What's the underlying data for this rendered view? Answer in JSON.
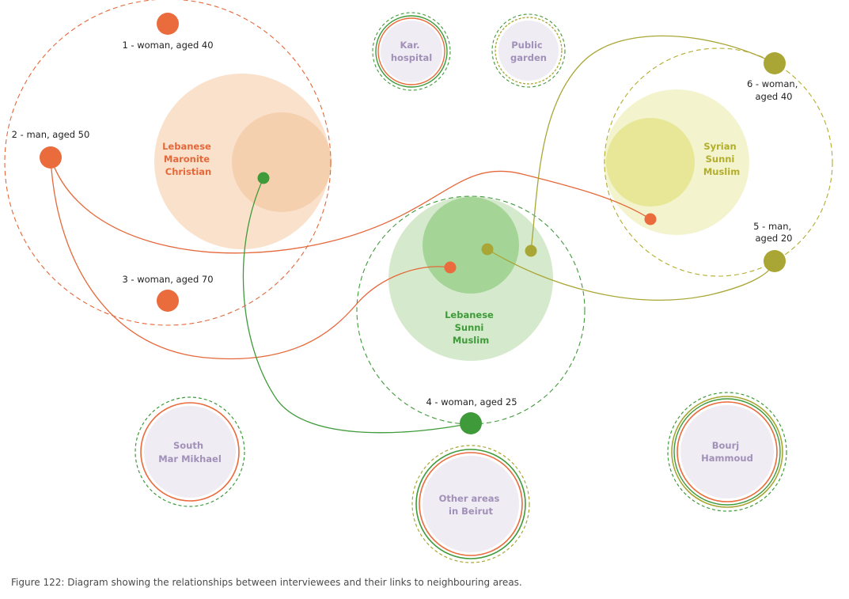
{
  "caption": "Figure 122: Diagram showing the relationships between interviewees and their links to neighbouring areas.",
  "colors": {
    "orange": "#ea6b3c",
    "green": "#3f9a3a",
    "olive": "#a9a635",
    "lavender_fill": "#f0ecf3",
    "lavender_text": "#a190b8"
  },
  "groups": {
    "maronite": {
      "lines": [
        "Lebanese",
        "Maronite",
        "Christian"
      ],
      "color": "#e5683a"
    },
    "sunni_lebanese": {
      "lines": [
        "Lebanese",
        "Sunni",
        "Muslim"
      ],
      "color": "#3f9a3a"
    },
    "sunni_syrian": {
      "lines": [
        "Syrian",
        "Sunni",
        "Muslim"
      ],
      "color": "#b3ad2c"
    }
  },
  "people": {
    "p1": {
      "label": "1 - woman, aged 40",
      "group": "maronite"
    },
    "p2": {
      "label": "2 - man, aged 50",
      "group": "maronite"
    },
    "p3": {
      "label": "3 - woman, aged 70",
      "group": "maronite"
    },
    "p4": {
      "label": "4 - woman, aged 25",
      "group": "sunni_lebanese"
    },
    "p5": {
      "lines": [
        "5 - man,",
        "aged 20"
      ],
      "group": "sunni_syrian"
    },
    "p6": {
      "lines": [
        "6 - woman,",
        "aged 40"
      ],
      "group": "sunni_syrian"
    }
  },
  "areas": {
    "kar_hospital": {
      "lines": [
        "Kar.",
        "hospital"
      ]
    },
    "public_garden": {
      "lines": [
        "Public",
        "garden"
      ]
    },
    "south_mar_mikhael": {
      "lines": [
        "South",
        "Mar Mikhael"
      ]
    },
    "other_areas": {
      "lines": [
        "Other areas",
        "in Beirut"
      ]
    },
    "bourj_hammoud": {
      "lines": [
        "Bourj",
        "Hammoud"
      ]
    }
  }
}
